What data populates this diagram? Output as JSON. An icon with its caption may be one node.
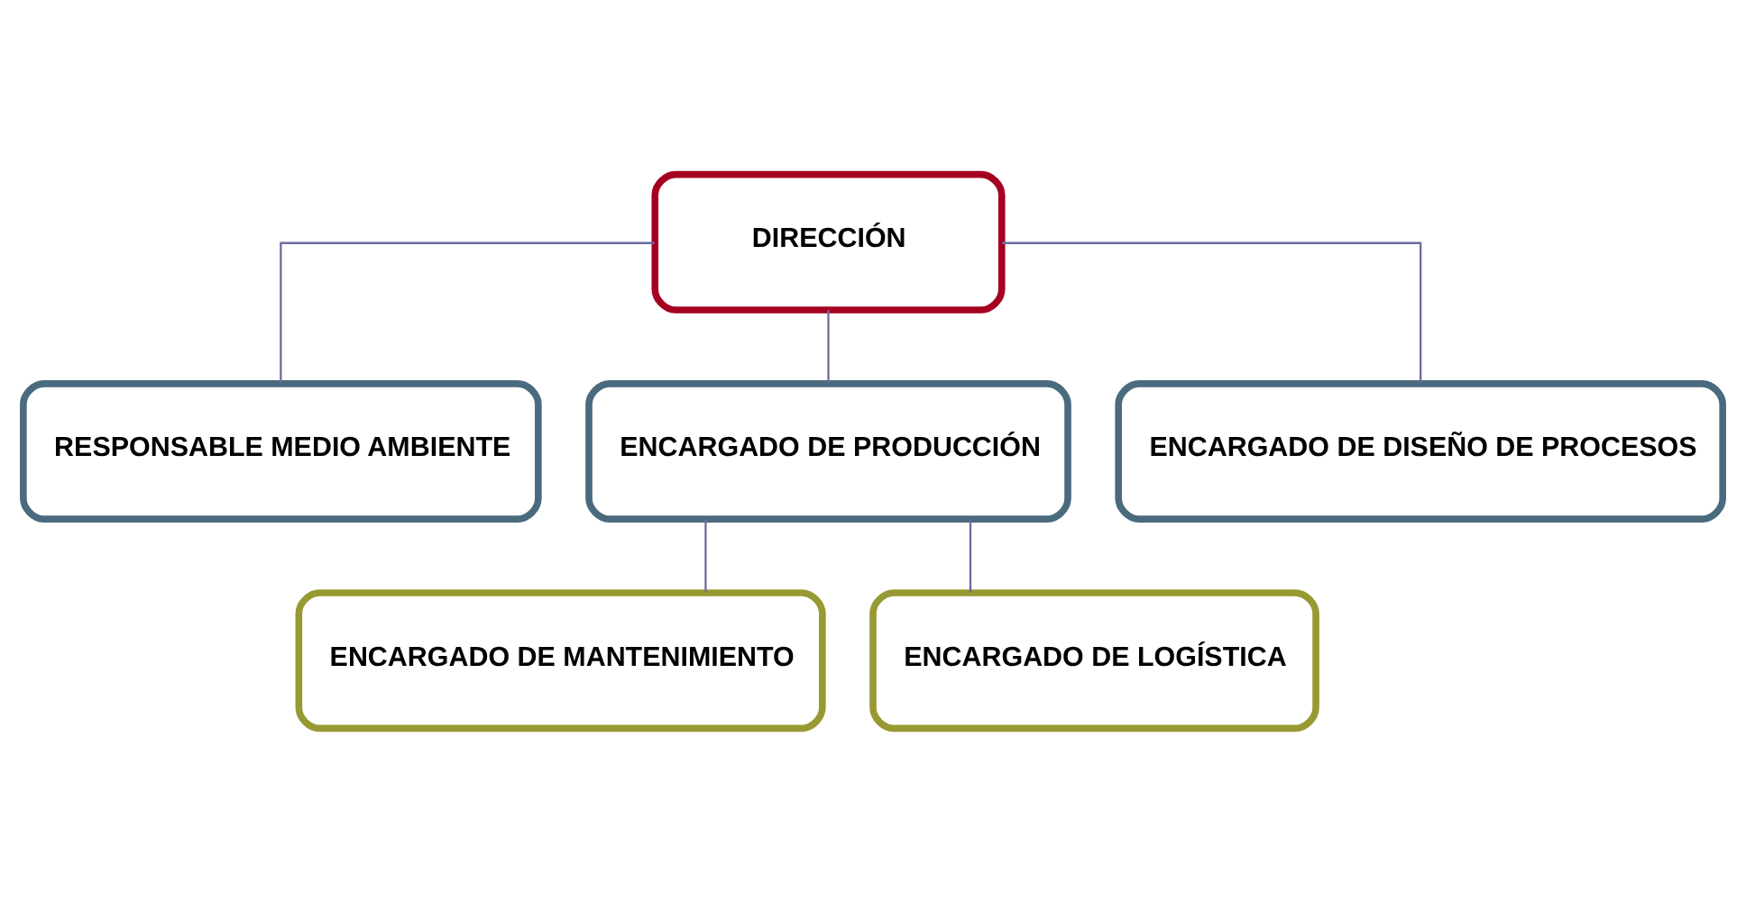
{
  "diagram": {
    "nodes": [
      {
        "text": [
          "DIRECCIÓN"
        ]
      },
      {
        "text": [
          "RESPONSABLE MEDIO AMBIENTE"
        ]
      },
      {
        "text": [
          "ENCARGADO DE PRODUCCIÓN"
        ]
      },
      {
        "text": [
          "ENCARGADO DE DISEÑO DE PROCESOS"
        ]
      },
      {
        "text": [
          "ENCARGADO DE MANTENIMIENTO"
        ]
      },
      {
        "text": [
          "ENCARGADO DE LOGÍSTICA"
        ]
      }
    ],
    "edges": [
      {
        "from": 0,
        "to": 1,
        "arrow": "none"
      },
      {
        "from": 0,
        "to": 2,
        "arrow": "none"
      },
      {
        "from": 0,
        "to": 3,
        "arrow": "none"
      },
      {
        "from": 2,
        "to": 4,
        "arrow": "none"
      },
      {
        "from": 2,
        "to": 5,
        "arrow": "none"
      }
    ]
  }
}
